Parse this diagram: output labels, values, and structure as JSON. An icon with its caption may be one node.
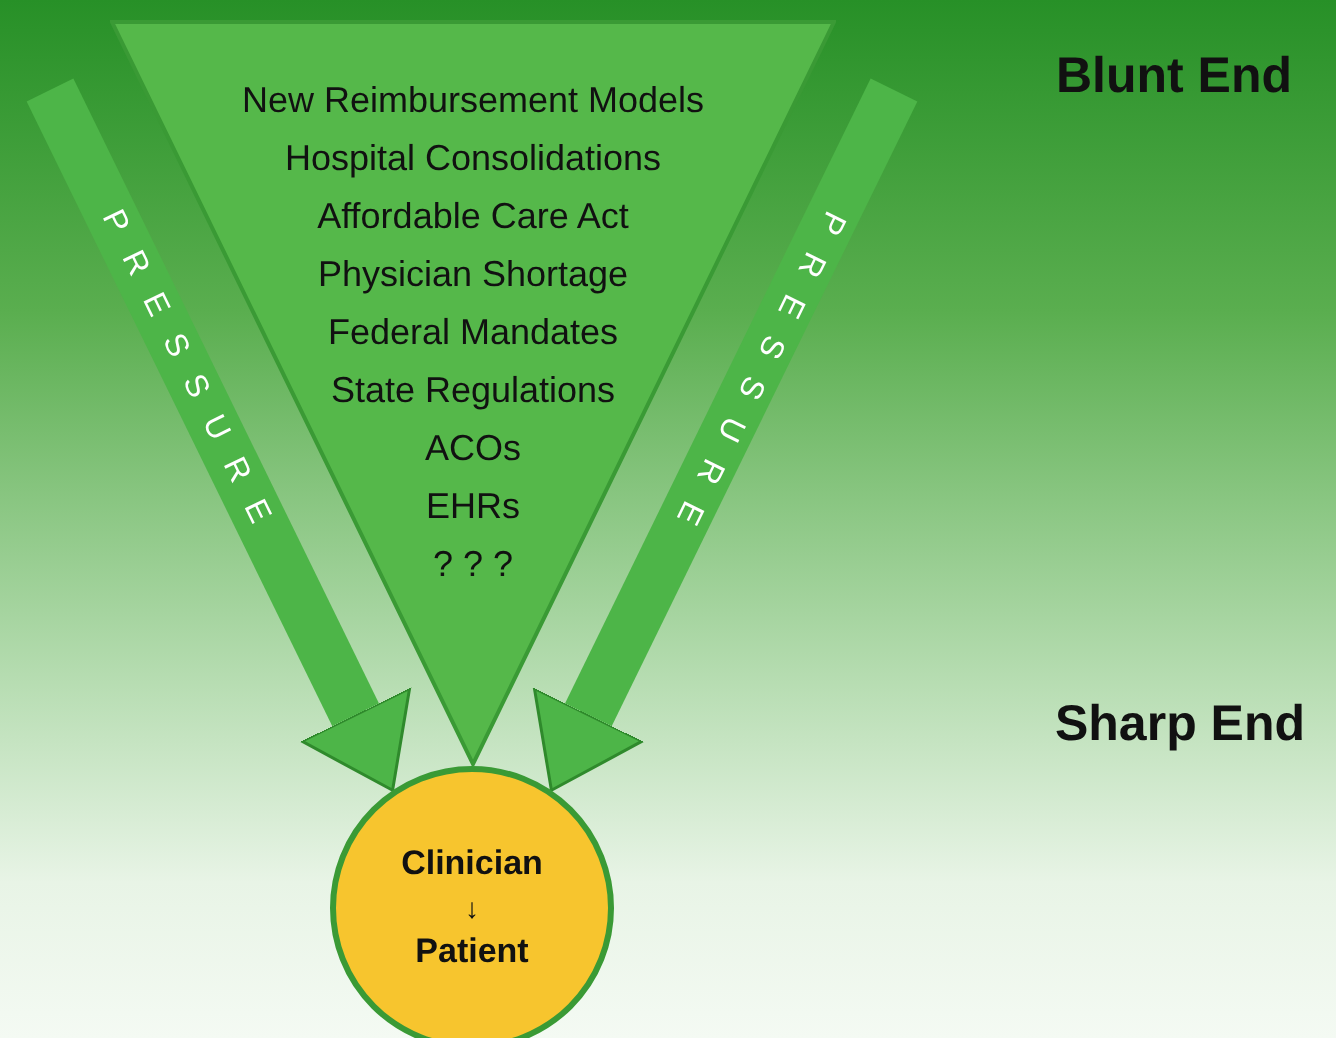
{
  "diagram": {
    "nodes": [
      {
        "text": [
          "New Reimbursement Models",
          "Hospital Consolidations",
          "Affordable Care Act",
          "Physician Shortage",
          "Federal Mandates",
          "State Regulations",
          "ACOs",
          "EHRs",
          "? ? ?"
        ]
      },
      {
        "text": [
          "Clinician",
          "↓",
          "Patient"
        ]
      }
    ],
    "edges": [
      {
        "from": null,
        "to": 1,
        "arrow": "to",
        "label": "PRESSURE"
      },
      {
        "from": null,
        "to": 1,
        "arrow": "to",
        "label": "PRESSURE"
      }
    ],
    "labels": [
      "Blunt End",
      "Sharp End"
    ]
  }
}
